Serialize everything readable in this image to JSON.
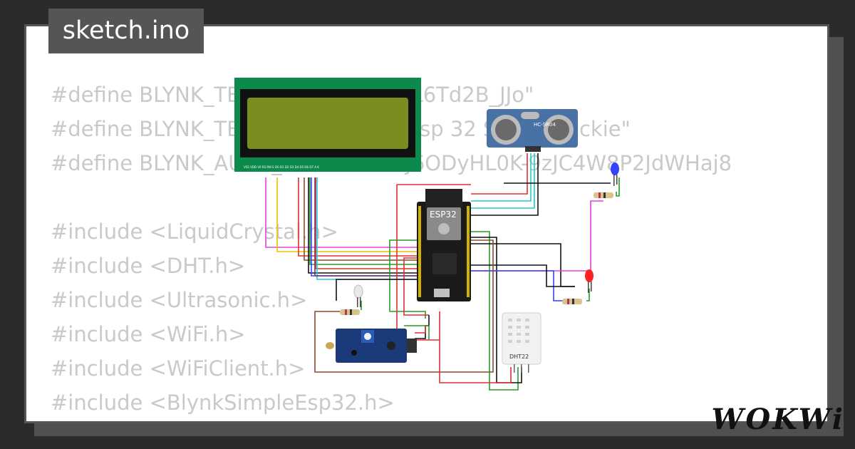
{
  "page": {
    "title_tag": "sketch.ino",
    "brand": "WOKWi"
  },
  "code_lines": [
    "#define BLYNK_TEMPLATE_ID \"TMPL6Td2B_JJo\"",
    "#define BLYNK_TEMPLATE_NAME \"esp 32 Sensor Jackie\"",
    "#define BLYNK_AUTH_TOKEN \"Ht6J6ODyHL0K-9zJC4W8P2JdWHaj8",
    "",
    "#include <LiquidCrystal.h>",
    "#include <DHT.h>",
    "#include <Ultrasonic.h>",
    "#include <WiFi.h>",
    "#include <WiFiClient.h>",
    "#include <BlynkSimpleEsp32.h>"
  ],
  "components": {
    "esp32": {
      "label": "ESP32"
    },
    "ultrasonic": {
      "label": "HC-SR04"
    },
    "dht": {
      "label": "DHT22"
    },
    "lcd": {
      "pin_labels": "VSS VDD V0 RS RW E D0 D1 D2 D3 D4 D5 D6 D7 A K"
    }
  },
  "colors": {
    "lcd_pcb": "#0b8a4b",
    "lcd_screen": "#7c8c1f",
    "esp_board": "#1a1a1a",
    "sonar_pcb": "#4872a6",
    "ldr_pcb": "#1b3a7a",
    "led_blue": "#3344ff",
    "led_red": "#ff2222",
    "led_white": "#e8e8e8"
  }
}
